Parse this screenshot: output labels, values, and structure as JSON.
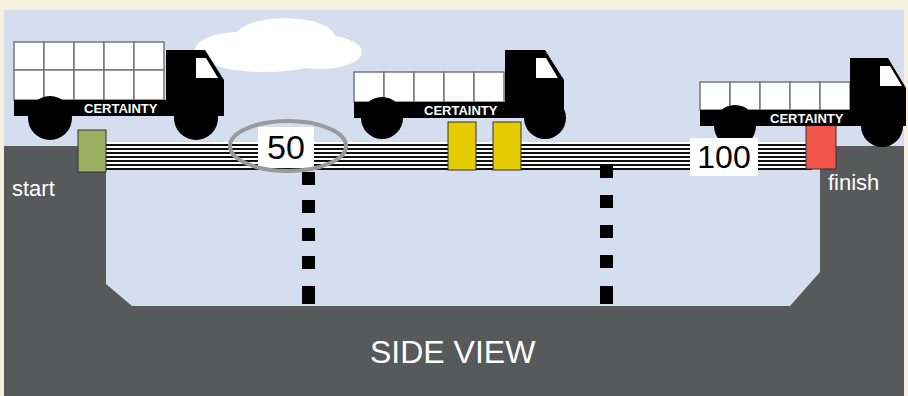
{
  "diagram": {
    "nodes": [
      {
        "text": [
          "50"
        ]
      },
      {
        "text": [
          "100"
        ]
      }
    ],
    "labels": [
      "CERTAINTY",
      "CERTAINTY",
      "CERTAINTY",
      "start",
      "finish",
      "SIDE VIEW"
    ]
  }
}
